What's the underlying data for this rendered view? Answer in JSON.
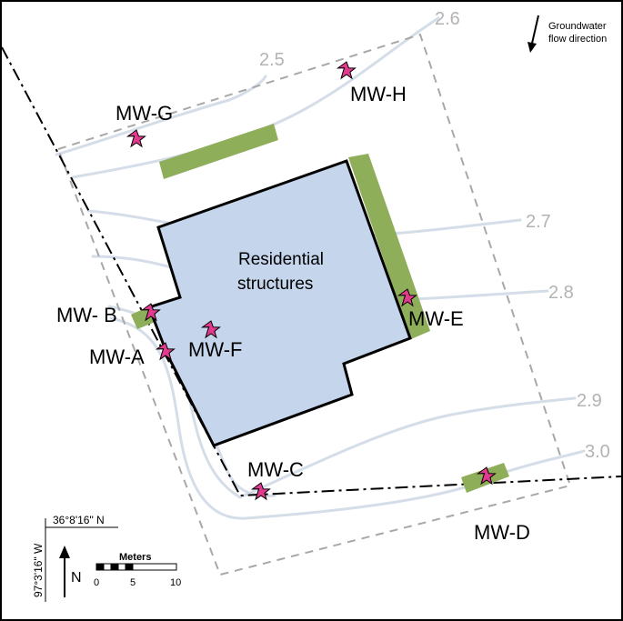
{
  "map": {
    "structure_label": [
      "Residential",
      "structures"
    ],
    "legend": {
      "flow_label": [
        "Groundwater",
        "flow direction"
      ],
      "lat_label": "36°8'16\" N",
      "lon_label": "97°3'16\" W",
      "north_label": "N",
      "scale_title": "Meters",
      "scale_ticks": [
        "0",
        "5",
        "10"
      ]
    },
    "contours": [
      {
        "label": "2.5"
      },
      {
        "label": "2.6"
      },
      {
        "label": "2.7"
      },
      {
        "label": "2.8"
      },
      {
        "label": "2.9"
      },
      {
        "label": "3.0"
      }
    ],
    "wells": [
      {
        "label": "MW-A"
      },
      {
        "label": "MW- B"
      },
      {
        "label": "MW-C"
      },
      {
        "label": "MW-D"
      },
      {
        "label": "MW-E"
      },
      {
        "label": "MW-F"
      },
      {
        "label": "MW-G"
      },
      {
        "label": "MW-H"
      }
    ],
    "colors": {
      "structure_fill": "#c5d6ec",
      "vegetation": "#8fae5a",
      "contour": "#d4dde8",
      "contour_label": "#b3b3b3",
      "well_marker": "#e23a8e"
    },
    "icons": [
      "flow-arrow-icon",
      "north-arrow-icon",
      "well-star-icon",
      "scale-bar-icon"
    ]
  }
}
